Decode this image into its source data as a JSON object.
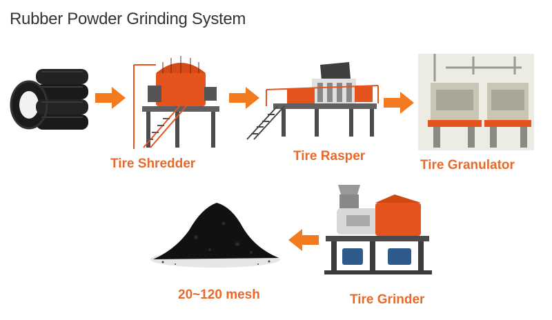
{
  "title": "Rubber Powder Grinding System",
  "colors": {
    "accent": "#f47a20",
    "label": "#e8692a",
    "title": "#333333"
  },
  "stages": {
    "shredder": {
      "label": "Tire Shredder"
    },
    "rasper": {
      "label": "Tire Rasper"
    },
    "granulator": {
      "label": "Tire Granulator"
    },
    "grinder": {
      "label": "Tire Grinder"
    },
    "powder": {
      "label": "20~120 mesh"
    }
  },
  "icons": [
    "tires-image",
    "shredder-machine-image",
    "rasper-machine-image",
    "granulator-machine-image",
    "grinder-machine-image",
    "rubber-powder-image",
    "arrow-right-icon",
    "arrow-left-icon"
  ]
}
